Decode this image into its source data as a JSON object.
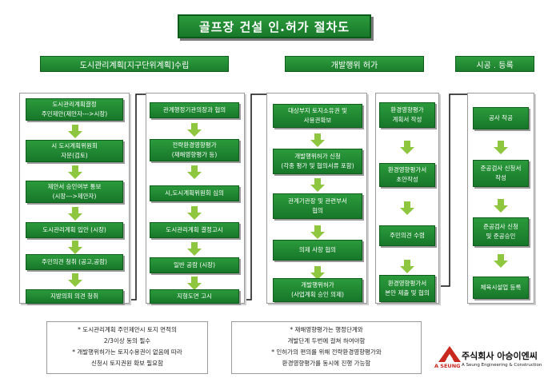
{
  "title": "골프장 건설 인.허가 절차도",
  "sections": {
    "urban": "도시관리계획[지구단위계획]수립",
    "development": "개발행위 허가",
    "construction": "시공 . 등록"
  },
  "col1": [
    [
      "도시관리계획결정",
      "주민제안(제안자--->시장)"
    ],
    [
      "시 도시계획위원회",
      "자문(검토)"
    ],
    [
      "제안서 승인여부 통보",
      "(시장--->제안자)"
    ],
    [
      "도시관리계획 입안 (시장)"
    ],
    [
      "주민의견 청취 (공고,공람)"
    ],
    [
      "지방의회 의견 청취"
    ]
  ],
  "col2": [
    [
      "관계행정기관의장과 협의"
    ],
    [
      "전략환경영향평가",
      "(재해영향평가 등)"
    ],
    [
      "시,도시계획위원회 심의"
    ],
    [
      "도시관리계획 결정고시"
    ],
    [
      "일반 공람 (시장)"
    ],
    [
      "지형도면 고시"
    ]
  ],
  "col3": [
    [
      "대상부지 토지소유권 및",
      "사용권확보"
    ],
    [
      "개발행위허가 신청",
      "(각종 평가 및 협의서류 포함)"
    ],
    [
      "관계기관장 및 관련부서",
      "협의"
    ],
    [
      "의제 사항 협의"
    ],
    [
      "개발행위허가",
      "(사업계획 승인 의제)"
    ]
  ],
  "col4": [
    [
      "환경영향평가",
      "계획서 작성"
    ],
    [
      "환경영향평가서",
      "초안작성"
    ],
    [
      "주민의견 수렴"
    ],
    [
      "환경영향평가서",
      "본안 제출 및 협의"
    ]
  ],
  "col5": [
    [
      "공사 착공"
    ],
    [
      "준공검사 신청서",
      "작성"
    ],
    [
      "준공검사 신청",
      "및 준공승인"
    ],
    [
      "체육시설업 등록"
    ]
  ],
  "notes": {
    "left": [
      "* 도시관리계획 주민제안시 토지 면적의",
      "2/3이상 동의 필수",
      "* 개발행위허가는 토지수용권이 없음에 따라",
      "신청시 토지권원 확보 필요함"
    ],
    "right": [
      "* 재해영향평가는 행정단계와",
      "개발단계 두번에 걸쳐 하여야함",
      "* 인허가의 편의를 위해 전략환경영향평가와",
      "환경영향평가를 동시에 진행 가능함"
    ]
  },
  "logo": {
    "company_ko": "주식회사 아승이엔씨",
    "company_en": "A Seung Engineering & Construction",
    "mark_text": "A SEUNG"
  },
  "colors": {
    "box_green": "#1f8a31",
    "arrow_green": "#8ec63f",
    "connector": "#111111"
  }
}
